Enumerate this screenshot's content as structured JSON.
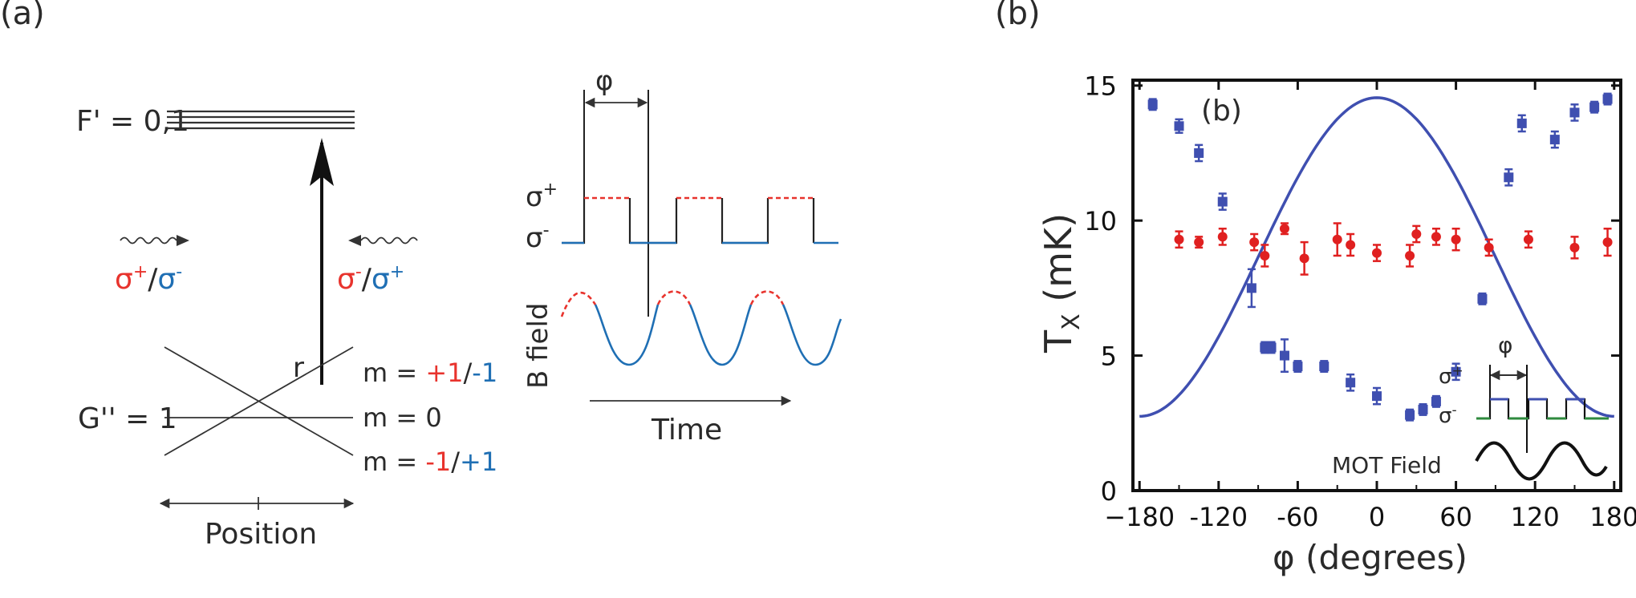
{
  "panel_a": {
    "label": "(a)",
    "excited_level": "F' = 0,1",
    "ground_level": "G'' = 1",
    "radius_label": "r",
    "m_plus": {
      "prefix": "m = ",
      "red": "+1",
      "sep": "/",
      "blue": "-1"
    },
    "m_zero": "m = 0",
    "m_minus": {
      "prefix": "m = ",
      "red": "-1",
      "sep": "/",
      "blue": "+1"
    },
    "left_beam": {
      "a": "σ",
      "a_sup": "+",
      "sep": "/",
      "b": "σ",
      "b_sup": "-"
    },
    "right_beam": {
      "a": "σ",
      "a_sup": "-",
      "sep": "/",
      "b": "σ",
      "b_sup": "+"
    },
    "position_label": "Position",
    "phase_label": "φ",
    "sigma_plus": "σ",
    "sigma_plus_sup": "+",
    "sigma_minus": "σ",
    "sigma_minus_sup": "-",
    "b_field_label": "B field",
    "time_label": "Time"
  },
  "panel_b": {
    "label": "(b)",
    "inner_label": "(b)",
    "ylabel_main": "T",
    "ylabel_sub": "X",
    "ylabel_unit": " (mK)",
    "xlabel": "φ (degrees)",
    "x_ticks": [
      "−180",
      "-120",
      "-60",
      "0",
      "60",
      "120",
      "180"
    ],
    "y_ticks": [
      "0",
      "5",
      "10",
      "15"
    ],
    "inset": {
      "phase": "φ",
      "sigma_plus": "σ",
      "sigma_plus_sup": "+",
      "sigma_minus": "σ",
      "sigma_minus_sup": "-",
      "mot_field": "MOT Field"
    }
  },
  "colors": {
    "red": "#e8332d",
    "blue": "#1f6fb4",
    "plot_blue": "#3f4fb0",
    "plot_red": "#e02020",
    "green": "#2e8a3e"
  },
  "chart_data": {
    "type": "scatter",
    "xlabel": "φ (degrees)",
    "ylabel": "Tx (mK)",
    "xlim": [
      -185,
      185
    ],
    "ylim": [
      0,
      15.2
    ],
    "x_ticks": [
      -180,
      -120,
      -60,
      0,
      60,
      120,
      180
    ],
    "y_ticks": [
      0,
      5,
      10,
      15
    ],
    "series": [
      {
        "color": "blue",
        "x": [
          -170,
          -150,
          -135,
          -117,
          -95,
          -85,
          -80,
          -70,
          -60,
          -40,
          -20,
          0,
          25,
          35,
          45,
          60,
          80,
          100,
          110,
          135,
          150,
          165,
          175
        ],
        "y": [
          14.3,
          13.5,
          12.5,
          10.7,
          7.5,
          5.3,
          5.3,
          5.0,
          4.6,
          4.6,
          4.0,
          3.5,
          2.8,
          3.0,
          3.3,
          4.4,
          7.1,
          11.6,
          13.6,
          13.0,
          14.0,
          14.2,
          14.5
        ],
        "err": [
          0.2,
          0.25,
          0.3,
          0.3,
          0.7,
          0.2,
          0.2,
          0.6,
          0.2,
          0.2,
          0.3,
          0.3,
          0.2,
          0.2,
          0.2,
          0.3,
          0.2,
          0.3,
          0.3,
          0.3,
          0.3,
          0.2,
          0.2
        ]
      },
      {
        "color": "red",
        "x": [
          -150,
          -135,
          -117,
          -93,
          -85,
          -70,
          -55,
          -30,
          -20,
          0,
          25,
          30,
          45,
          60,
          85,
          115,
          150,
          175
        ],
        "y": [
          9.3,
          9.2,
          9.4,
          9.2,
          8.7,
          9.7,
          8.6,
          9.3,
          9.1,
          8.8,
          8.7,
          9.5,
          9.4,
          9.3,
          9.0,
          9.3,
          9.0,
          9.2
        ],
        "err": [
          0.3,
          0.2,
          0.3,
          0.3,
          0.4,
          0.2,
          0.6,
          0.6,
          0.4,
          0.3,
          0.4,
          0.3,
          0.3,
          0.4,
          0.3,
          0.3,
          0.4,
          0.5
        ]
      }
    ],
    "fit": {
      "color": "blue",
      "form": "cosine",
      "offset": 8.65,
      "amplitude": 5.9
    }
  }
}
